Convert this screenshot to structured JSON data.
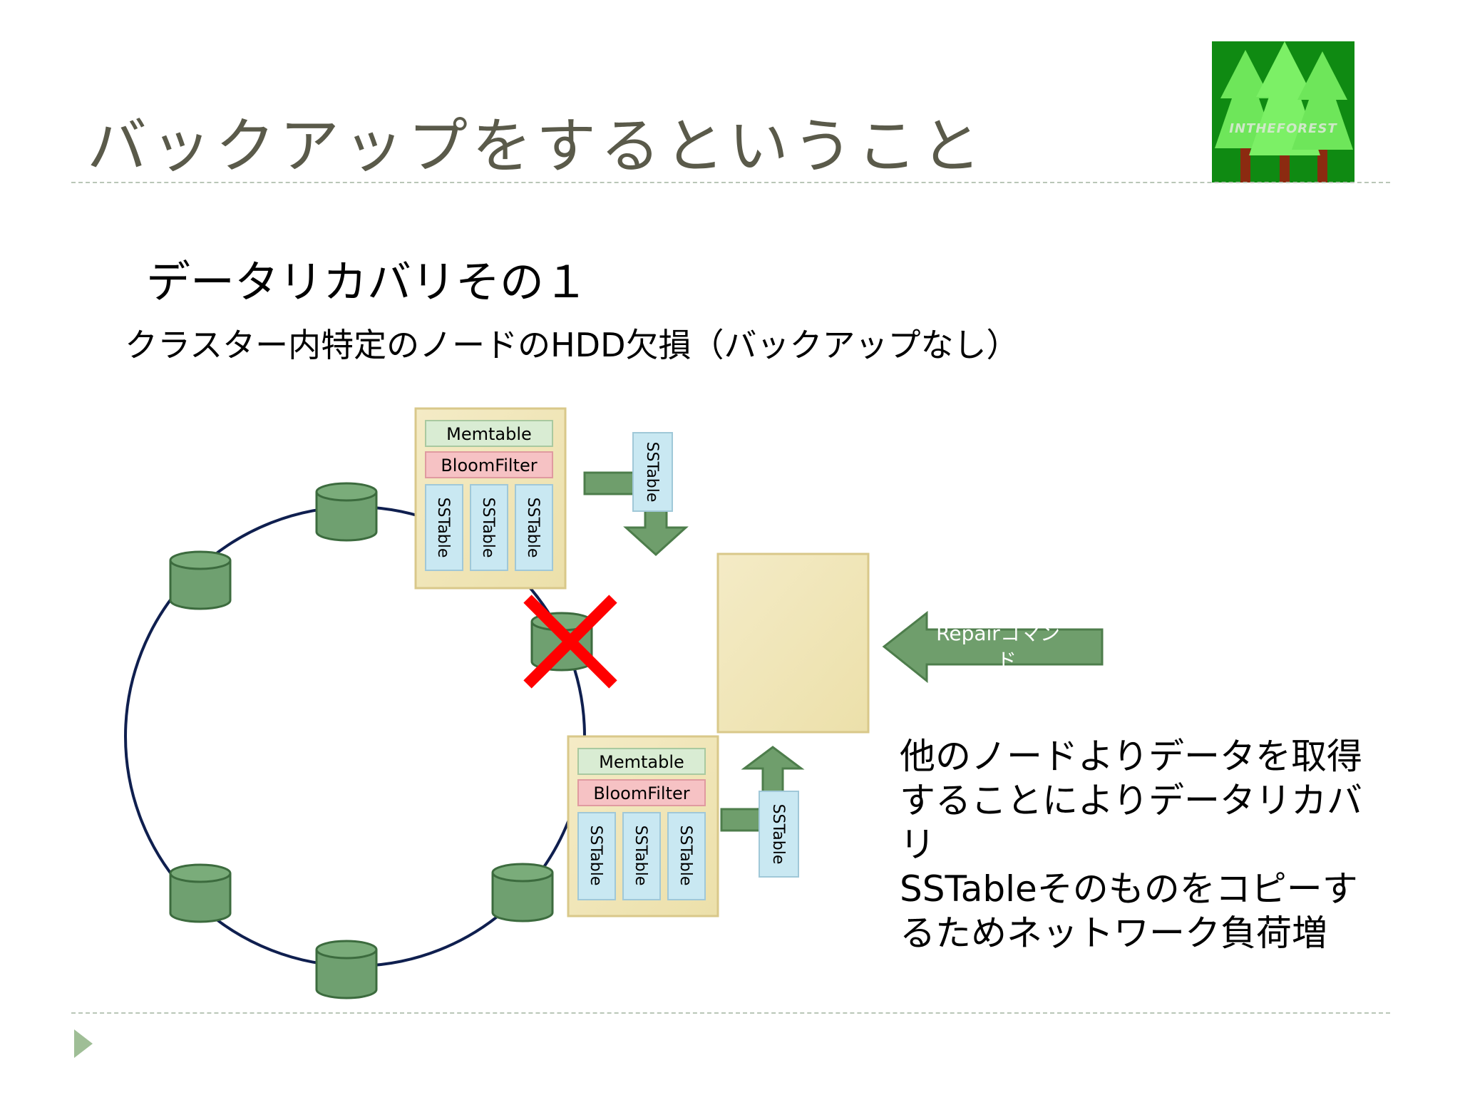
{
  "slide": {
    "title": "バックアップをするということ",
    "subtitle": "データリカバリその１",
    "description_prefix": "クラスター内特定のノードの",
    "description_hdd": "HDD",
    "description_suffix": "欠損（バックアップなし）"
  },
  "diagram": {
    "node_top": {
      "memtable": "Memtable",
      "bloomfilter": "BloomFilter",
      "sstables": [
        "SSTable",
        "SSTable",
        "SSTable"
      ]
    },
    "node_bottom": {
      "memtable": "Memtable",
      "bloomfilter": "BloomFilter",
      "sstables": [
        "SSTable",
        "SSTable",
        "SSTable"
      ]
    },
    "flying_sstable_top": "SSTable",
    "flying_sstable_bottom": "SSTable",
    "repair_command_line1": "Repairコマン",
    "repair_command_line2": "ド",
    "failed_node_mark": "x-mark"
  },
  "notes": {
    "line1": "他のノードよりデータを取得することによりデータリカバリ",
    "line2_prefix": "SSTable",
    "line2_suffix": "そのものをコピーするためネットワーク負荷増"
  },
  "colors": {
    "title": "#5a5a4a",
    "node_fill": "#6fa070",
    "ring": "#0f1f4f",
    "memtable": "#d9ecd3",
    "bloomfilter": "#f6c2c4",
    "sstable": "#c9e8f2",
    "container": "#f3e8bd",
    "arrow": "#6f9e6c",
    "x_mark": "#ff0000",
    "logo_bg": "#0f8a12",
    "logo_tree": "#6ee65a"
  }
}
